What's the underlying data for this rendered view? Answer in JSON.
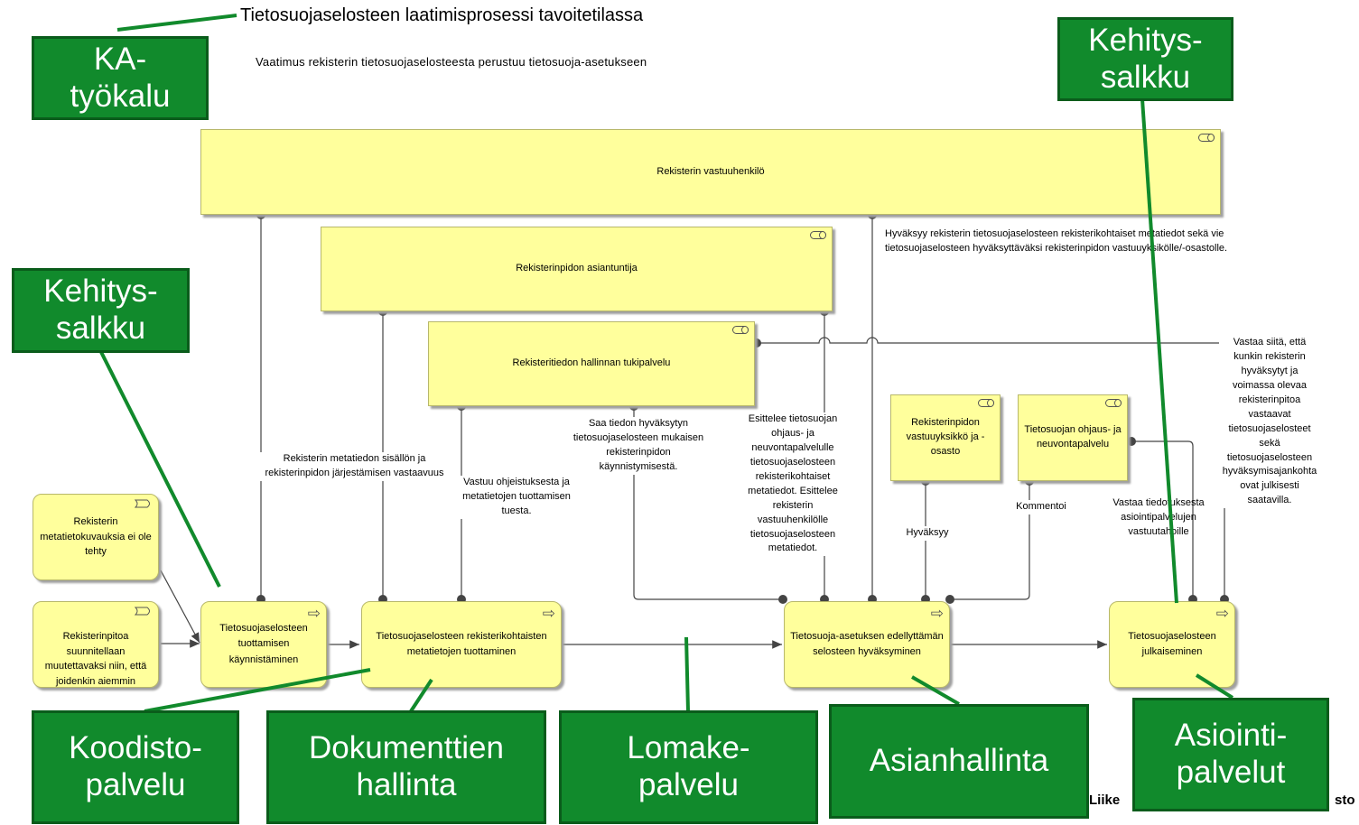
{
  "title": "Tietosuojaselosteen laatimisprosessi tavoitetilassa",
  "subtitle": "Vaatimus rekisterin tietosuojaselosteesta perustuu tietosuoja-asetukseen",
  "footer_left": "Liike",
  "footer_right": "sto",
  "roles": {
    "vastuuhenkilo": "Rekisterin vastuuhenkilö",
    "asiantuntija": "Rekisterinpidon asiantuntija",
    "tukipalvelu": "Rekisteritiedon hallinnan tukipalvelu",
    "vastuuyksikko": "Rekisterinpidon vastuuyksikkö ja -osasto",
    "ohjauspalvelu": "Tietosuojan ohjaus- ja neuvontapalvelu"
  },
  "events": {
    "ei_tehty": "Rekisterin metatietokuvauksia ei ole tehty",
    "muutettavaksi": "Rekisterinpitoa suunnitellaan muutettavaksi niin, että joidenkin aiemmin kuvattujen ja"
  },
  "processes": {
    "kaynnistaminen": "Tietosuojaselosteen tuottamisen käynnistäminen",
    "metatiedot": "Tietosuojaselosteen rekisterikohtaisten metatietojen tuottaminen",
    "hyvaksyminen": "Tietosuoja-asetuksen edellyttämän selosteen hyväksyminen",
    "julkaiseminen": "Tietosuojaselosteen julkaiseminen"
  },
  "labels": {
    "hyvaksyy_vie": "Hyväksyy rekisterin tietosuojaselosteen rekisterikohtaiset metatiedot sekä vie tietosuojaselosteen hyväksyttäväksi rekisterinpidon vastuuyksikölle/-osastolle.",
    "vastaa_siita": "Vastaa siitä, että kunkin rekisterin hyväksytyt ja voimassa olevaa rekisterinpitoa vastaavat tietosuojaselosteet sekä tietosuojaselosteen hyväksymisajankohta ovat julkisesti saatavilla.",
    "metatiedon_sisallon": "Rekisterin metatiedon sisällön ja rekisterinpidon järjestämisen vastaavuus",
    "vastuu_ohjeistuksesta": "Vastuu ohjeistuksesta ja metatietojen tuottamisen tuesta.",
    "saa_tiedon": "Saa tiedon hyväksytyn tietosuojaselosteen mukaisen rekisterinpidon käynnistymisestä.",
    "esittelee": "Esittelee tietosuojan ohjaus- ja neuvontapalvelulle tietosuojaselosteen rekisterikohtaiset metatiedot. Esittelee rekisterin vastuuhenkilölle tietosuojaselosteen metatiedot.",
    "hyvaksyy": "Hyväksyy",
    "kommentoi": "Kommentoi",
    "vastaa_tiedotuksesta": "Vastaa tiedotuksesta asiointipalvelujen vastuutahoille"
  },
  "tools": {
    "ka": "KA-\ntyökalu",
    "kehitys_top": "Kehitys-\nsalkku",
    "kehitys_left": "Kehitys-\nsalkku",
    "koodisto": "Koodisto-\npalvelu",
    "dokumentit": "Dokumenttien\nhallinta",
    "lomake": "Lomake-\npalvelu",
    "asianhallinta": "Asianhallinta",
    "asiointi": "Asiointi-\npalvelut"
  },
  "colors": {
    "element_fill": "#ffff9c",
    "tool_fill": "#118a2c",
    "connector": "#444444"
  }
}
